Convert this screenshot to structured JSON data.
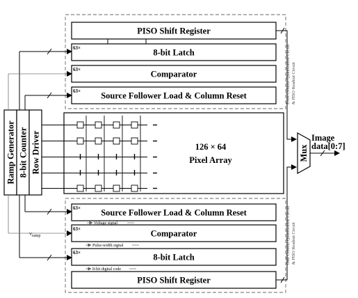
{
  "blocks": {
    "top_piso": "PISO Shift Register",
    "top_latch": "8-bit Latch",
    "top_comparator": "Comparator",
    "top_sf": "Source Follower Load & Column Reset",
    "bot_sf": "Source Follower Load & Column Reset",
    "bot_comparator": "Comparator",
    "bot_latch": "8-bit Latch",
    "bot_piso": "PISO Shift Register"
  },
  "multiplier": "63×",
  "pixel_array": {
    "line1": "126 × 64",
    "line2": "Pixel Array"
  },
  "left_stack": {
    "ramp": "Ramp Generator",
    "counter": "8-bit Counter",
    "driver": "Row Driver"
  },
  "mux": "Mux",
  "output": {
    "line1": "Image",
    "line2": "data[0:7]"
  },
  "vramp": "V",
  "vramp_sub": "ramp",
  "signals": {
    "voltage": "Voltage signal",
    "pulse": "Pulse-width signal",
    "digital": "8-bit digital code"
  },
  "side_labels": {
    "even_1": "Even Column Quantization Circuit",
    "even_2": "& PISO Readout Circuit",
    "odd_1": "Odd Column Quantization Circuit",
    "odd_2": "& PISO Readout Circuit"
  }
}
